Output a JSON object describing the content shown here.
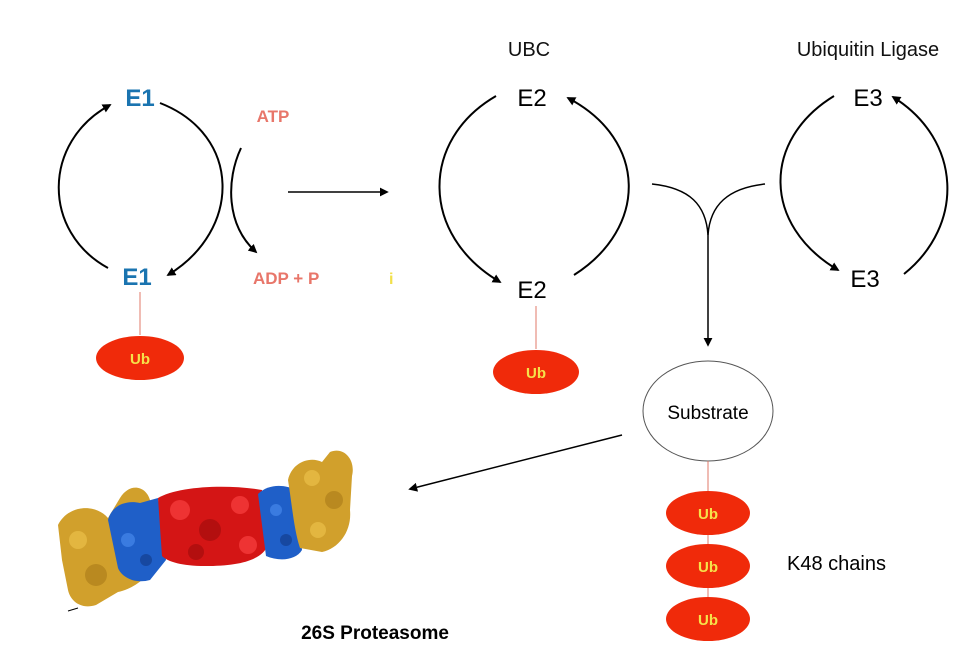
{
  "colors": {
    "e1_blue": "#1a74b0",
    "atp_salmon": "#e8766a",
    "pi_yellow": "#f2e04a",
    "ub_red": "#f02a0a",
    "ub_text": "#f6e24a",
    "proteasome_gold": "#d1a02c",
    "proteasome_blue": "#1f5fc8",
    "proteasome_red": "#d41515"
  },
  "e1": {
    "top_label": "E1",
    "bottom_label": "E1",
    "ub_label": "Ub"
  },
  "atp_cycle": {
    "atp": "ATP",
    "adp": "ADP + P",
    "pi": "i"
  },
  "e2": {
    "header": "UBC",
    "top_label": "E2",
    "bottom_label": "E2",
    "ub_label": "Ub"
  },
  "e3": {
    "header": "Ubiquitin Ligase",
    "top_label": "E3",
    "bottom_label": "E3"
  },
  "substrate": {
    "label": "Substrate",
    "chain": [
      "Ub",
      "Ub",
      "Ub"
    ],
    "chain_label": "K48 chains"
  },
  "proteasome": {
    "label": "26S Proteasome",
    "icon": "proteasome-structure-icon"
  }
}
